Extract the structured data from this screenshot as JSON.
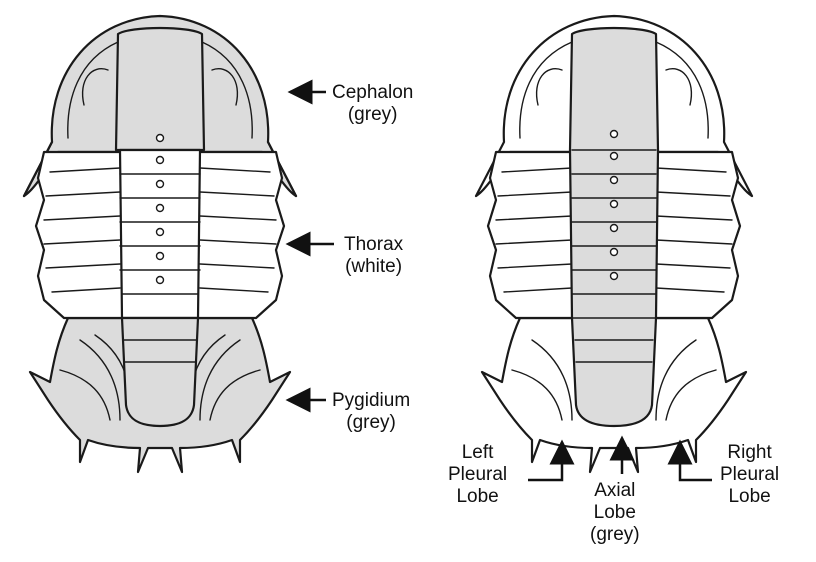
{
  "labels": {
    "cephalon": [
      "Cephalon",
      "(grey)"
    ],
    "thorax": [
      "Thorax",
      "(white)"
    ],
    "pygidium": [
      "Pygidium",
      "(grey)"
    ],
    "left_lobe": [
      "Left",
      "Pleural",
      "Lobe"
    ],
    "axial_lobe": [
      "Axial",
      "Lobe",
      "(grey)"
    ],
    "right_lobe": [
      "Right",
      "Pleural",
      "Lobe"
    ]
  },
  "colors": {
    "shaded": "#dcdcdc",
    "line": "#1a1a1a"
  },
  "icons": [
    "arrow-left-icon",
    "arrow-up-icon"
  ]
}
